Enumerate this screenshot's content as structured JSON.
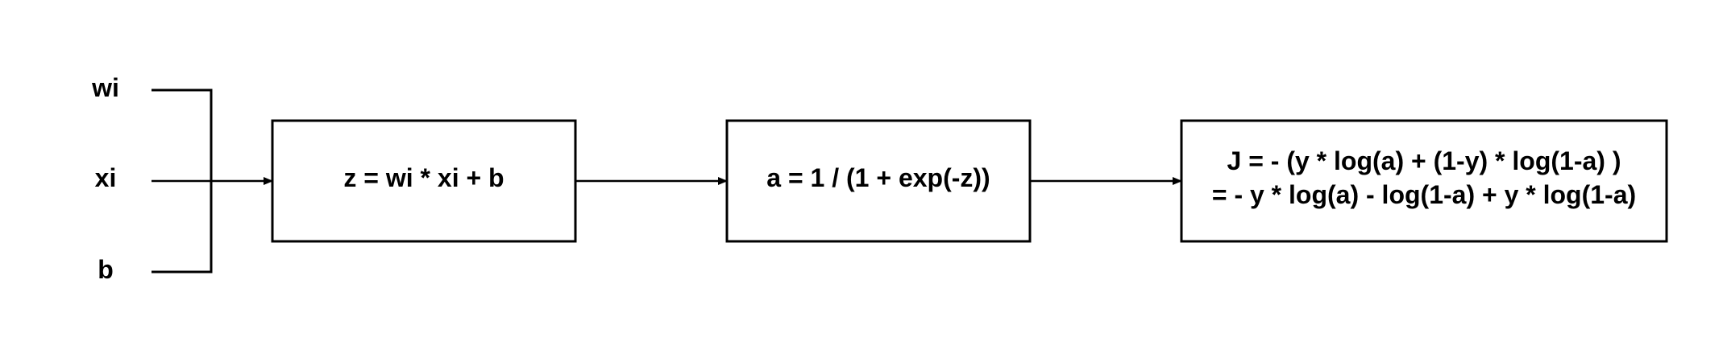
{
  "inputs": [
    {
      "id": "wi",
      "label": "wi"
    },
    {
      "id": "xi",
      "label": "xi"
    },
    {
      "id": "b",
      "label": "b"
    }
  ],
  "nodes": [
    {
      "id": "linear",
      "lines": [
        "z = wi * xi + b"
      ]
    },
    {
      "id": "sigmoid",
      "lines": [
        "a = 1 / (1 + exp(-z))"
      ]
    },
    {
      "id": "loss",
      "lines": [
        "J = - (y * log(a) + (1-y) * log(1-a) )",
        "= - y * log(a) - log(1-a) + y * log(1-a)"
      ]
    }
  ],
  "edges": [
    {
      "from": "inputs",
      "to": "linear"
    },
    {
      "from": "linear",
      "to": "sigmoid"
    },
    {
      "from": "sigmoid",
      "to": "loss"
    }
  ],
  "colors": {
    "stroke": "#000000",
    "fill": "#ffffff",
    "text": "#000000"
  }
}
